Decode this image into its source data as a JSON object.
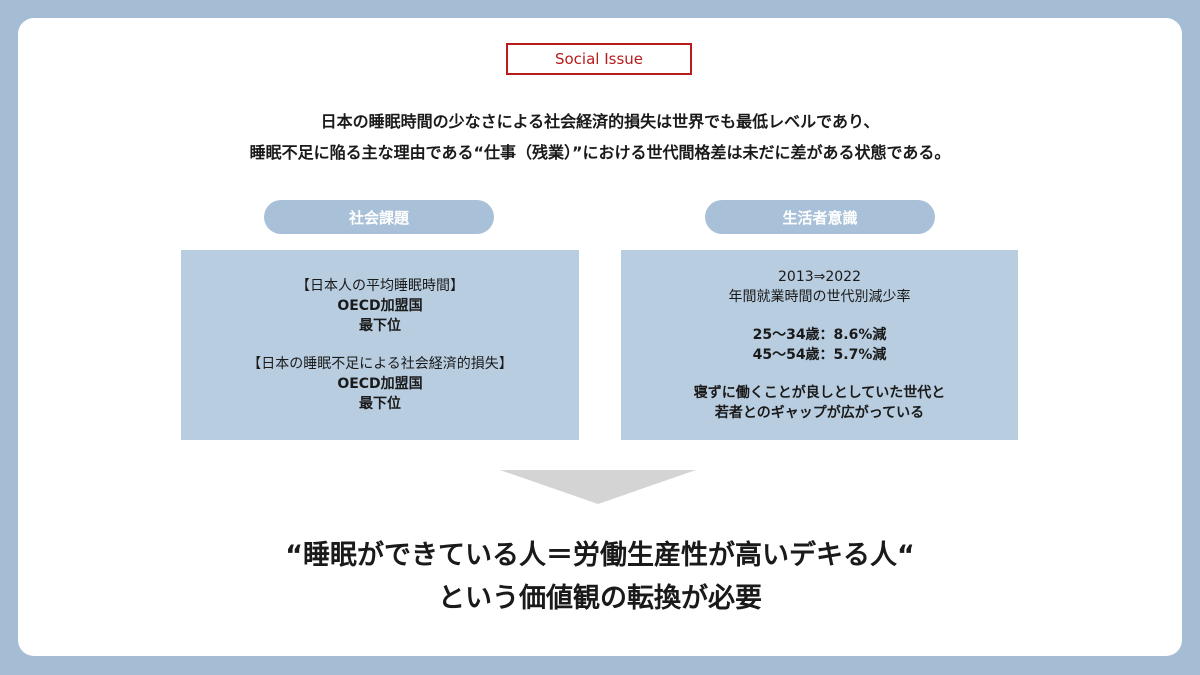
{
  "tag": "Social Issue",
  "headline": {
    "line1": "日本の睡眠時間の少なさによる社会経済的損失は世界でも最低レベルであり、",
    "line2": "睡眠不足に陥る主な理由である“仕事（残業）”における世代間格差は未だに差がある状態である。"
  },
  "left": {
    "pill": "社会課題",
    "group1": {
      "title": "【日本人の平均睡眠時間】",
      "line1": "OECD加盟国",
      "line2": "最下位"
    },
    "group2": {
      "title": "【日本の睡眠不足による社会経済的損失】",
      "line1": "OECD加盟国",
      "line2": "最下位"
    }
  },
  "right": {
    "pill": "生活者意識",
    "period": "2013⇒2022",
    "metric": "年間就業時間の世代別減少率",
    "stat1": "25～34歳：8.6%減",
    "stat2": "45～54歳：5.7%減",
    "note1": "寝ずに働くことが良しとしていた世代と",
    "note2": "若者とのギャップが広がっている"
  },
  "conclusion": {
    "line1": "“睡眠ができている人＝労働生産性が高いデキる人“",
    "line2": "という価値観の転換が必要"
  },
  "colors": {
    "background": "#a4bcd4",
    "accent": "#b71c1c",
    "pill": "#a9c1d8",
    "box": "#b8cde0",
    "arrow": "#d4d4d4"
  }
}
